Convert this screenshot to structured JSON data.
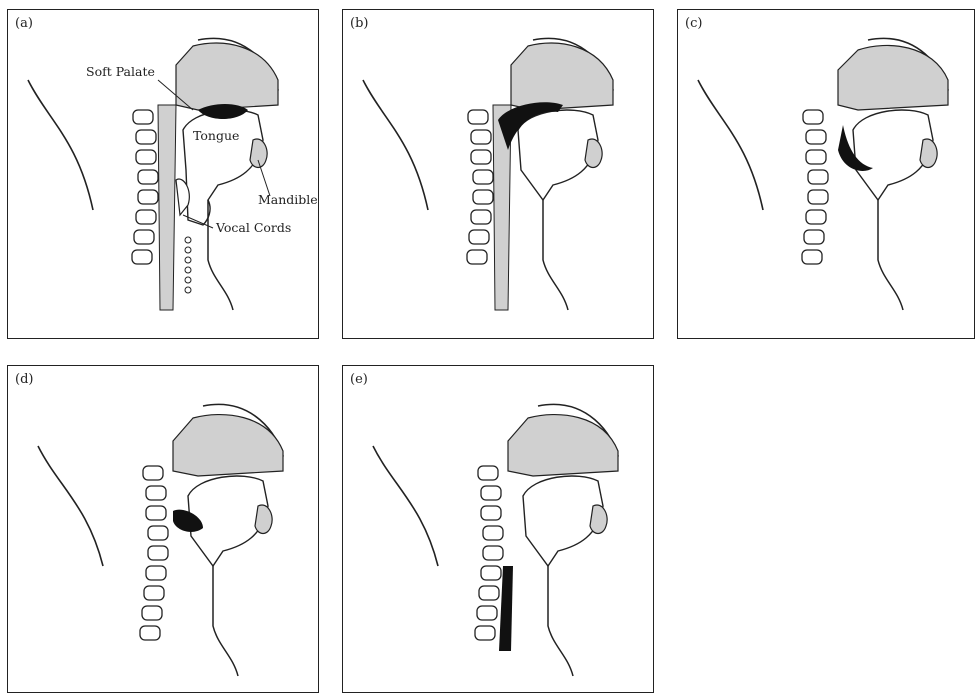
{
  "panels": [
    {
      "id": "a",
      "label": "(a)",
      "annotations": {
        "soft_palate": "Soft Palate",
        "tongue": "Tongue",
        "mandible": "Mandible",
        "vocal_cords": "Vocal Cords"
      },
      "bolus_stage": "oral cavity"
    },
    {
      "id": "b",
      "label": "(b)",
      "bolus_stage": "posterior oral cavity"
    },
    {
      "id": "c",
      "label": "(c)",
      "bolus_stage": "oropharynx"
    },
    {
      "id": "d",
      "label": "(d)",
      "bolus_stage": "hypopharynx"
    },
    {
      "id": "e",
      "label": "(e)",
      "bolus_stage": "esophagus"
    }
  ],
  "colors": {
    "outline": "#222222",
    "shaded_tissue": "#d0d0d0",
    "bolus": "#111111",
    "background": "#ffffff"
  }
}
